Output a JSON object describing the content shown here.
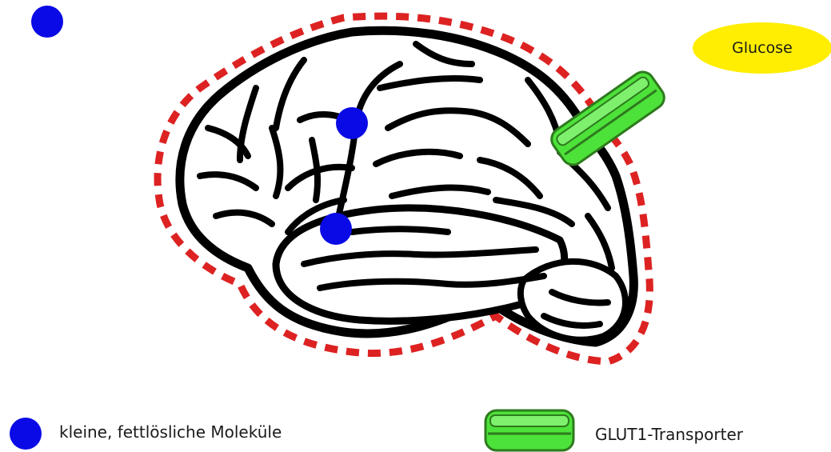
{
  "glucose": {
    "label": "Glucose",
    "color": "#ffee00"
  },
  "legend": {
    "molecule_label": "kleine, fettlösliche Moleküle",
    "transporter_label": "GLUT1-Transporter"
  },
  "colors": {
    "molecule": "#0a0ae6",
    "transporter_fill": "#4de23a",
    "transporter_stroke": "#2e7a1e",
    "barrier": "#dd2222",
    "brain_outline": "#000000"
  },
  "icons": {
    "molecule": "blue-circle-icon",
    "transporter": "green-cylinder-icon",
    "brain": "brain-illustration",
    "barrier": "blood-brain-barrier-dashed-outline"
  }
}
